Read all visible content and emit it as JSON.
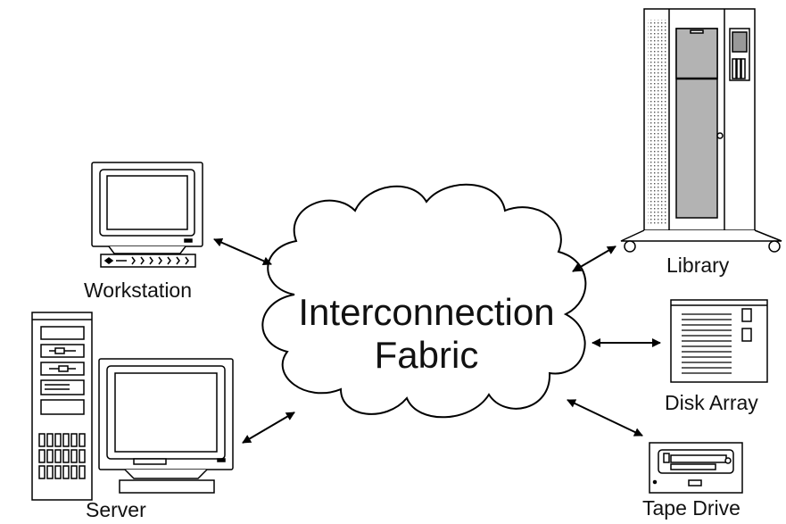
{
  "fabric": {
    "line1": "Interconnection",
    "line2": "Fabric"
  },
  "devices": {
    "workstation": "Workstation",
    "server": "Server",
    "library": "Library",
    "disk_array": "Disk Array",
    "tape_drive": "Tape Drive"
  },
  "colors": {
    "stroke": "#000000",
    "screen": "#ffffff",
    "panel": "#bfbfbf",
    "dark_panel": "#9e9e9e"
  }
}
